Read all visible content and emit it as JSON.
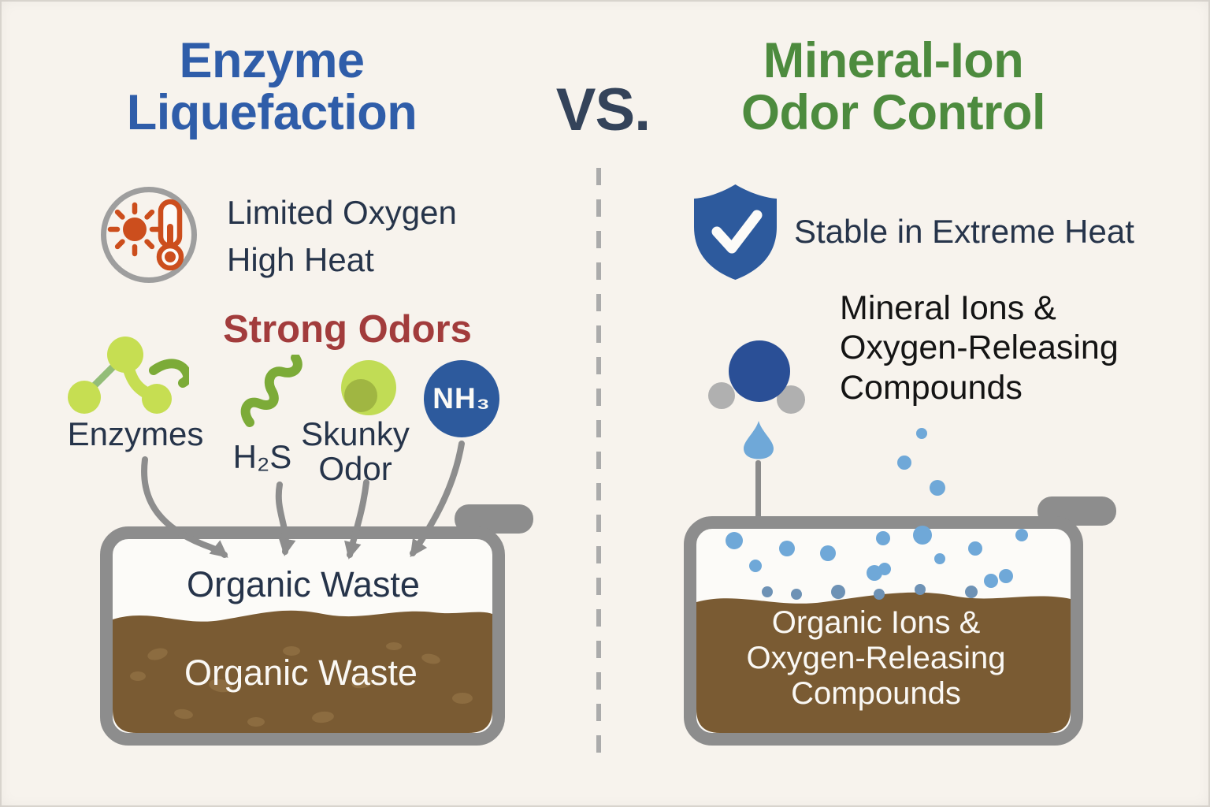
{
  "vs_label": "VS.",
  "left": {
    "title": [
      "Enzyme",
      "Liquefaction"
    ],
    "conditions": [
      "Limited Oxygen",
      "High Heat"
    ],
    "strong_odors": "Strong Odors",
    "odors": {
      "enzymes": "Enzymes",
      "h2s": "H₂S",
      "skunky": [
        "Skunky",
        "Odor"
      ],
      "nh3": "NH₃"
    },
    "tank": {
      "surface_label": "Organic Waste",
      "sludge_label": "Organic Waste"
    }
  },
  "right": {
    "title": [
      "Mineral-Ion",
      "Odor Control"
    ],
    "stable": "Stable in Extreme Heat",
    "compounds": [
      "Mineral Ions &",
      "Oxygen-Releasing",
      "Compounds"
    ],
    "tank": {
      "sludge": [
        "Organic Ions &",
        "Oxygen-Releasing",
        "Compounds"
      ]
    }
  },
  "icons": {
    "heat": "sun-thermometer-icon",
    "shield": "shield-check-icon",
    "enzymes": "enzyme-molecule-icon",
    "h2s": "squiggle-icon",
    "skunky": "odor-blob-icon",
    "nh3": "nh3-circle-icon",
    "water": "water-molecule-icon",
    "droplet": "droplet-icon",
    "arrows": "down-flow-arrow-icon"
  },
  "colors": {
    "background": "#f7f3ed",
    "title_blue": "#2f5da9",
    "title_green": "#4d8b3e",
    "vs_navy": "#34435a",
    "text_navy": "#26344a",
    "strong_odor_red": "#a23c3c",
    "heat_orange": "#cc4e1d",
    "icon_ring_gray": "#9e9e9e",
    "tank_gray": "#8d8d8d",
    "sludge_brown": "#7a5b33",
    "enzyme_green": "#c6de52",
    "link_green": "#93bd78",
    "dark_green": "#7cab38",
    "nh3_blue": "#2d5a9d",
    "shield_blue": "#2d5a9d",
    "molecule_blue": "#2a4f96",
    "molecule_gray": "#b0b0b0",
    "bubble_blue": "#6fa8d8",
    "bubble_muted": "#6e92b5",
    "white_text": "#faf8f4"
  }
}
